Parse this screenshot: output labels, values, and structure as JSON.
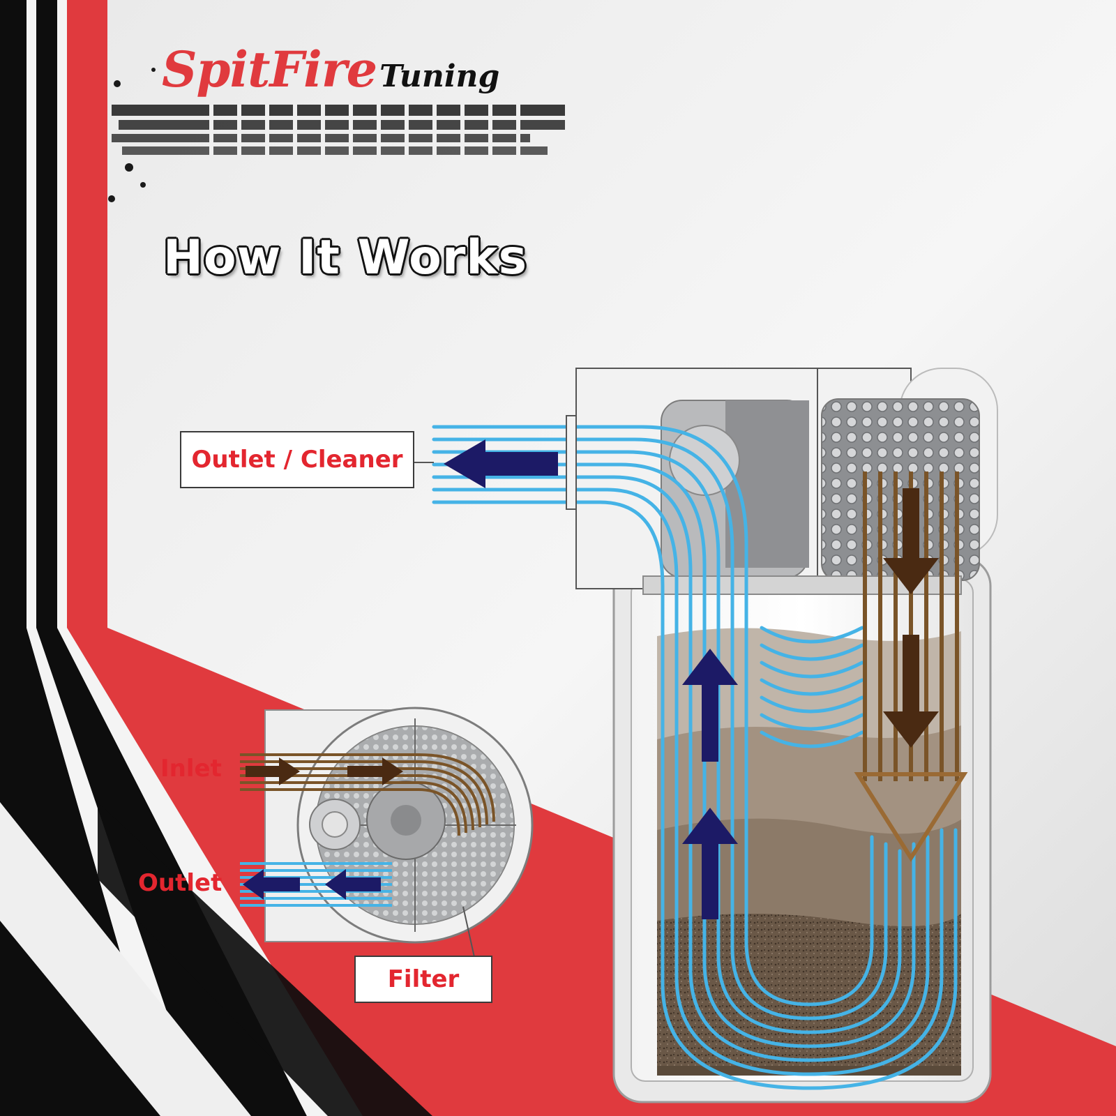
{
  "brand": {
    "name_red": "SpitFire",
    "name_black": "Tuning"
  },
  "heading": "How It Works",
  "labels": {
    "outlet_cleaner": "Outlet / Cleaner",
    "inlet": "Inlet",
    "outlet": "Outlet",
    "filter": "Filter"
  },
  "colors": {
    "brand_red": "#e03a3e",
    "label_red": "#e3262f",
    "clean_flow": "#45b3e6",
    "dirty_flow": "#7a5428",
    "arrow_dark_blue": "#1c1a66",
    "arrow_dark_brown": "#4a2a12"
  }
}
